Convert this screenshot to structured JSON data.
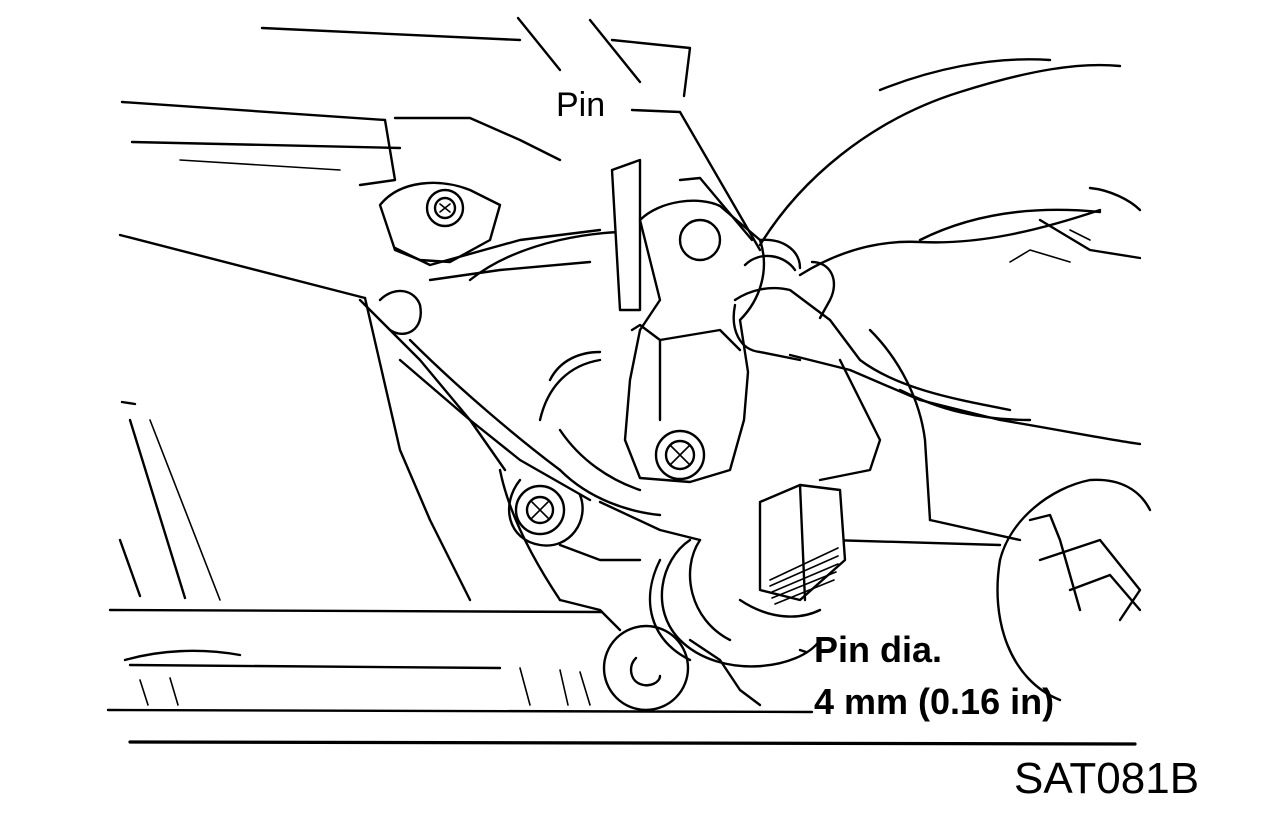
{
  "labels": {
    "pin": "Pin",
    "pin_dia_line1": "Pin dia.",
    "pin_dia_line2": "4 mm (0.16 in)",
    "figure_code": "SAT081B"
  }
}
